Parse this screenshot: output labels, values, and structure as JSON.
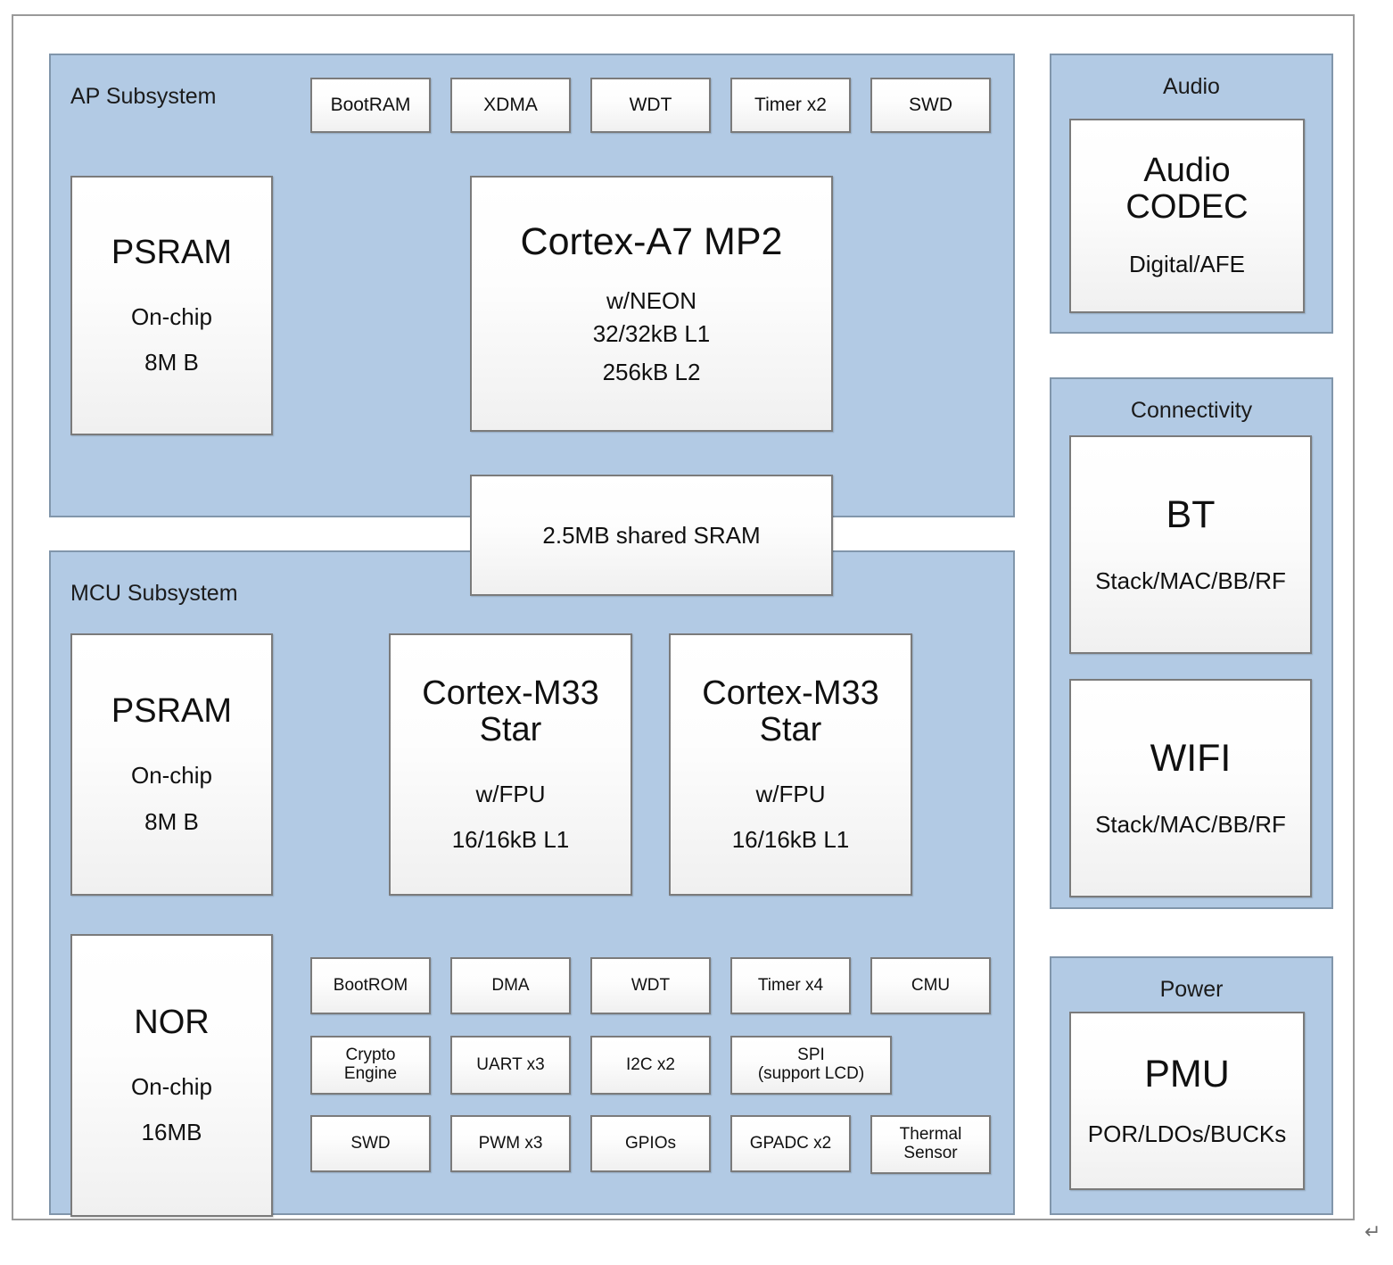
{
  "diagram": {
    "title_present": false,
    "colors": {
      "panel_fill": "#b2cae4",
      "panel_border": "#8196ab",
      "box_border": "#7b7b7b",
      "box_fill": "#ffffff",
      "frame_border": "#9a9a9a"
    },
    "end_mark": "↵"
  },
  "ap_subsystem": {
    "label": "AP Subsystem",
    "top_blocks": [
      {
        "label": "BootRAM"
      },
      {
        "label": "XDMA"
      },
      {
        "label": "WDT"
      },
      {
        "label": "Timer x2"
      },
      {
        "label": "SWD"
      }
    ],
    "psram": {
      "title": "PSRAM",
      "line1": "On-chip",
      "line2": "8M B"
    },
    "cpu": {
      "title": "Cortex-A7 MP2",
      "line1": "w/NEON",
      "line2": "32/32kB L1",
      "line3": "256kB L2"
    }
  },
  "shared_sram": {
    "label": "2.5MB shared SRAM"
  },
  "mcu_subsystem": {
    "label": "MCU Subsystem",
    "psram": {
      "title": "PSRAM",
      "line1": "On-chip",
      "line2": "8M B"
    },
    "nor": {
      "title": "NOR",
      "line1": "On-chip",
      "line2": "16MB"
    },
    "cpus": [
      {
        "title": "Cortex-M33\nStar",
        "line1": "w/FPU",
        "line2": "16/16kB L1"
      },
      {
        "title": "Cortex-M33\nStar",
        "line1": "w/FPU",
        "line2": "16/16kB L1"
      }
    ],
    "peripheral_rows": [
      [
        {
          "label": "BootROM"
        },
        {
          "label": "DMA"
        },
        {
          "label": "WDT"
        },
        {
          "label": "Timer x4"
        },
        {
          "label": "CMU"
        }
      ],
      [
        {
          "label": "Crypto\nEngine"
        },
        {
          "label": "UART x3"
        },
        {
          "label": "I2C x2"
        },
        {
          "label": "SPI\n(support LCD)"
        }
      ],
      [
        {
          "label": "SWD"
        },
        {
          "label": "PWM x3"
        },
        {
          "label": "GPIOs"
        },
        {
          "label": "GPADC x2"
        },
        {
          "label": "Thermal\nSensor"
        }
      ]
    ]
  },
  "audio": {
    "label": "Audio",
    "codec": {
      "title": "Audio\nCODEC",
      "sub": "Digital/AFE"
    }
  },
  "connectivity": {
    "label": "Connectivity",
    "blocks": [
      {
        "title": "BT",
        "sub": "Stack/MAC/BB/RF"
      },
      {
        "title": "WIFI",
        "sub": "Stack/MAC/BB/RF"
      }
    ]
  },
  "power": {
    "label": "Power",
    "pmu": {
      "title": "PMU",
      "sub": "POR/LDOs/BUCKs"
    }
  }
}
